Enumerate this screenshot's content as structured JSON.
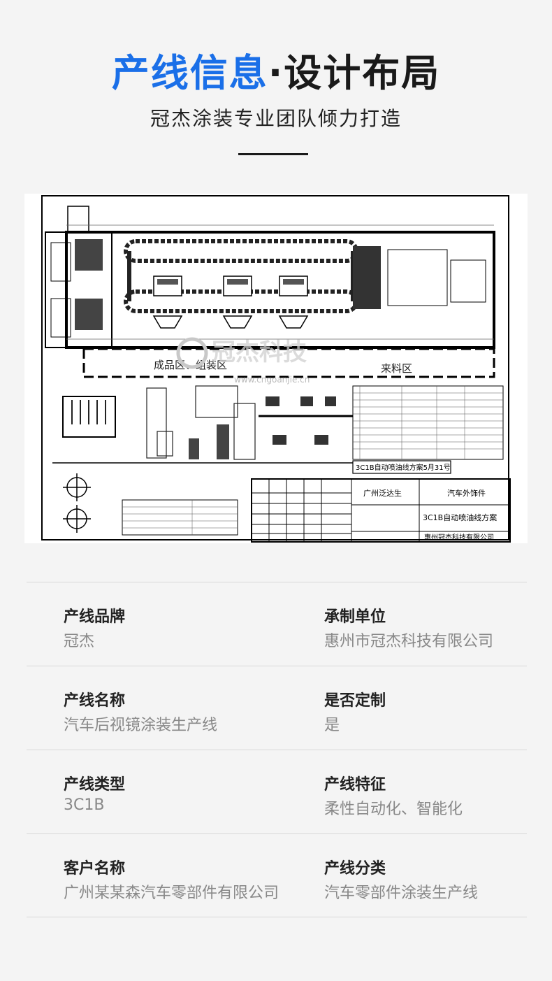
{
  "header": {
    "title_part1": "产线信息",
    "title_part2": "·设计布局",
    "subtitle": "冠杰涂装专业团队倾力打造"
  },
  "drawing": {
    "zone_finished": "成品区、组装区",
    "zone_incoming": "来料区",
    "plan_caption": "3C1B自动喷油线方案5月31号",
    "watermark_cn": "冠杰科技",
    "watermark_url": "www.cngoanjie.cn",
    "titleblock_client": "广州泛达生",
    "titleblock_product": "汽车外饰件",
    "titleblock_name": "3C1B自动喷油线方案",
    "titleblock_company": "惠州冠杰科技有限公司"
  },
  "info": [
    {
      "left_label": "产线品牌",
      "left_value": "冠杰",
      "right_label": "承制单位",
      "right_value": "惠州市冠杰科技有限公司"
    },
    {
      "left_label": "产线名称",
      "left_value": "汽车后视镜涂装生产线",
      "right_label": "是否定制",
      "right_value": "是"
    },
    {
      "left_label": "产线类型",
      "left_value": "3C1B",
      "right_label": "产线特征",
      "right_value": "柔性自动化、智能化"
    },
    {
      "left_label": "客户名称",
      "left_value": "广州某某森汽车零部件有限公司",
      "right_label": "产线分类",
      "right_value": "汽车零部件涂装生产线"
    }
  ],
  "colors": {
    "accent": "#1a6fe8",
    "label": "#222222",
    "value": "#888888",
    "rule": "#d8d8d8"
  }
}
